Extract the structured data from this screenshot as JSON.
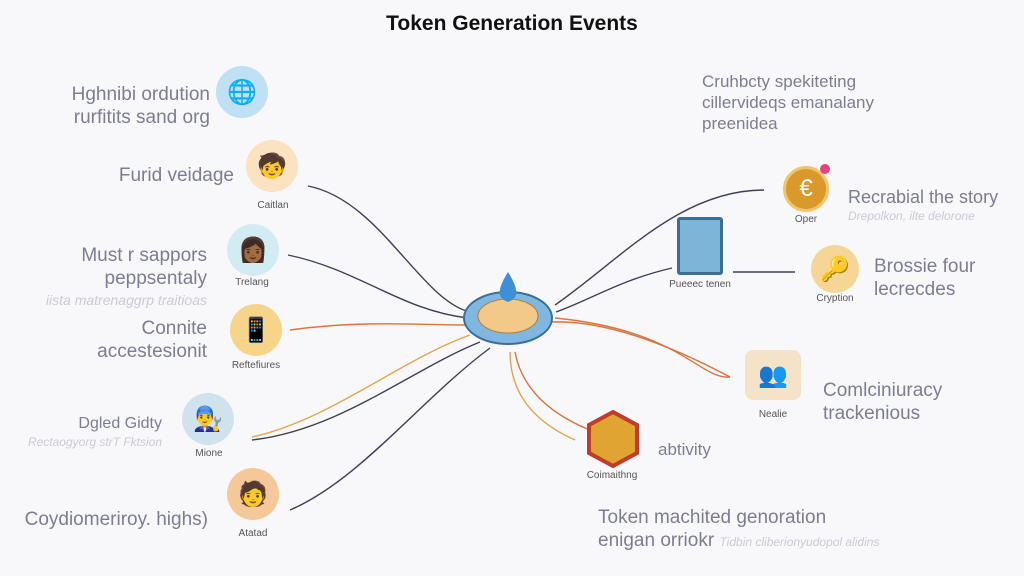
{
  "title": "Token Generation Events",
  "left": [
    {
      "lines": [
        "Hghnibi ordution",
        "rurfitits sand org"
      ],
      "caption": "",
      "icon": "globe-icon",
      "color": "#bfe0f5"
    },
    {
      "lines": [
        "Furid veidage"
      ],
      "caption": "Caitlan",
      "icon": "person-icon",
      "color": "#fbe2c0"
    },
    {
      "lines": [
        "Must r sappors",
        "peppsentaly"
      ],
      "sub": "iista matrenaggrp traitioas",
      "caption": "Trelang",
      "icon": "person-icon",
      "color": "#d3ecf3"
    },
    {
      "lines": [
        "Connite",
        "accestesionit"
      ],
      "caption": "Reftefiures",
      "icon": "tablet-icon",
      "color": "#f6d48a"
    },
    {
      "lines": [
        "Dgled Gidty"
      ],
      "sub": "Rectaogyorg strT Fktsion",
      "caption": "Mione",
      "icon": "worker-icon",
      "color": "#cfe3ee"
    },
    {
      "lines": [
        "Coydiomeriroy. highs)"
      ],
      "caption": "Atatad",
      "icon": "person-icon",
      "color": "#f5c89a"
    }
  ],
  "right": [
    {
      "lines": [
        "Recrabial the story"
      ],
      "sub": "Drepolkon, ilte delorone",
      "caption": "Oper",
      "icon": "coin-icon",
      "color": "#d99a2b"
    },
    {
      "lines": [
        "Brossie four",
        "lecrecdes"
      ],
      "caption": "Cryption",
      "icon": "key-icon",
      "color": "#f6d697"
    },
    {
      "lines": [
        "Comlciniuracy",
        "trackenious"
      ],
      "caption": "Nealie",
      "icon": "people-icon",
      "color": "#f4e3c8"
    },
    {
      "lines": [
        "abtivity"
      ],
      "caption": "Coimaithng",
      "icon": "hexagon-badge-icon",
      "color": "#e0a530"
    }
  ],
  "box_caption": "Pueeec tenen",
  "top_right": [
    "Cruhbcty spekiteting",
    "cillervideqs emanalany",
    "preenidea"
  ],
  "bottom": [
    "Token machited genoration",
    "enigan orriokr"
  ],
  "bottom_sub": "Tidbin cliberionyudopol alidins",
  "colors": {
    "dark": "#3d4055",
    "orange": "#d9743f",
    "gold": "#e2a54a"
  }
}
